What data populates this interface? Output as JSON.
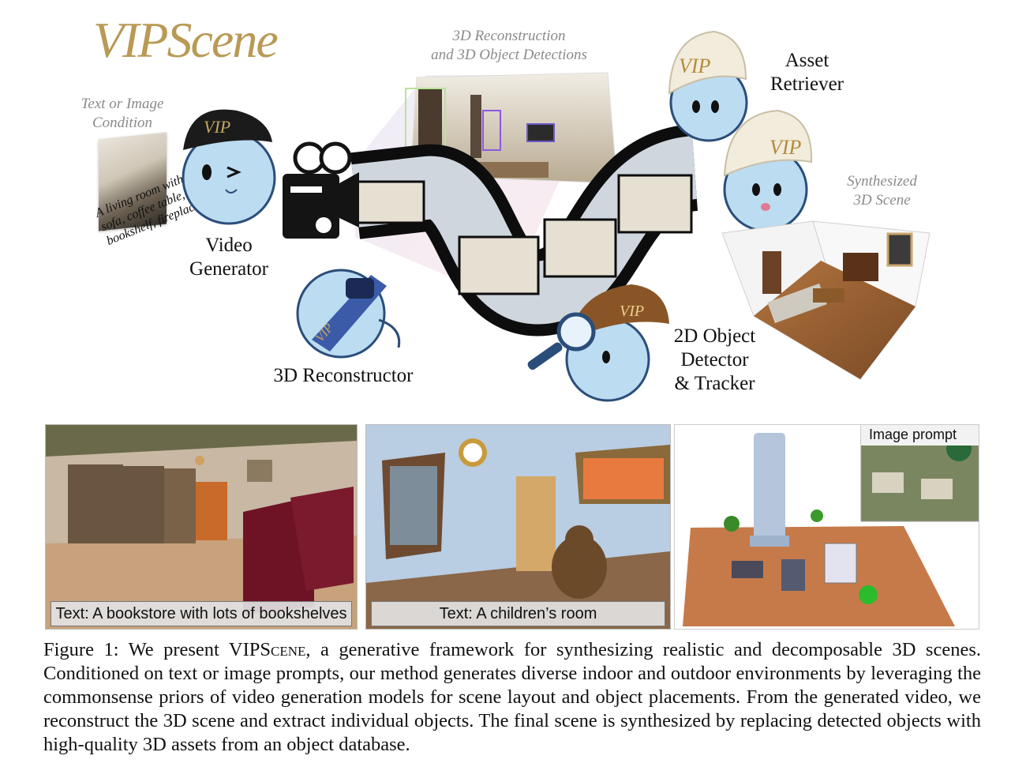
{
  "logo": {
    "text": "VIPScene"
  },
  "condition": {
    "label_line1": "Text or Image",
    "label_line2": "Condition",
    "prompt_line1": "A living room with",
    "prompt_line2": "sofa, coffee table,",
    "prompt_line3": "bookshelf, fireplace..."
  },
  "roles": {
    "video_generator_line1": "Video",
    "video_generator_line2": "Generator",
    "reconstructor": "3D Reconstructor",
    "detector_line1": "2D Object",
    "detector_line2": "Detector",
    "detector_line3": "& Tracker",
    "retriever_line1": "Asset",
    "retriever_line2": "Retriever"
  },
  "recon_label": {
    "line1": "3D Reconstruction",
    "line2": "and 3D Object Detections"
  },
  "synth_label": {
    "line1": "Synthesized",
    "line2": "3D Scene"
  },
  "hat_text": "VIP",
  "panels": {
    "bookstore": "Text: A bookstore with lots of bookshelves",
    "childrens": "Text: A children’s room",
    "image_prompt": "Image prompt"
  },
  "caption": {
    "lead": "Figure 1: We present VIP",
    "smallcaps": "Scene",
    "rest": ", a generative framework for synthesizing realistic and decomposable 3D scenes. Conditioned on text or image prompts, our method generates diverse indoor and outdoor environments by leveraging the commonsense priors of video generation models for scene layout and object placements. From the generated video, we reconstruct the 3D scene and extract individual objects. The final scene is synthesized by replacing detected objects with high-quality 3D assets from an object database."
  },
  "colors": {
    "logo_gold": "#b99a55",
    "mascot_blue": "#bcdcf2",
    "mascot_outline": "#2b4d7a",
    "film_black": "#0d0d0d"
  }
}
